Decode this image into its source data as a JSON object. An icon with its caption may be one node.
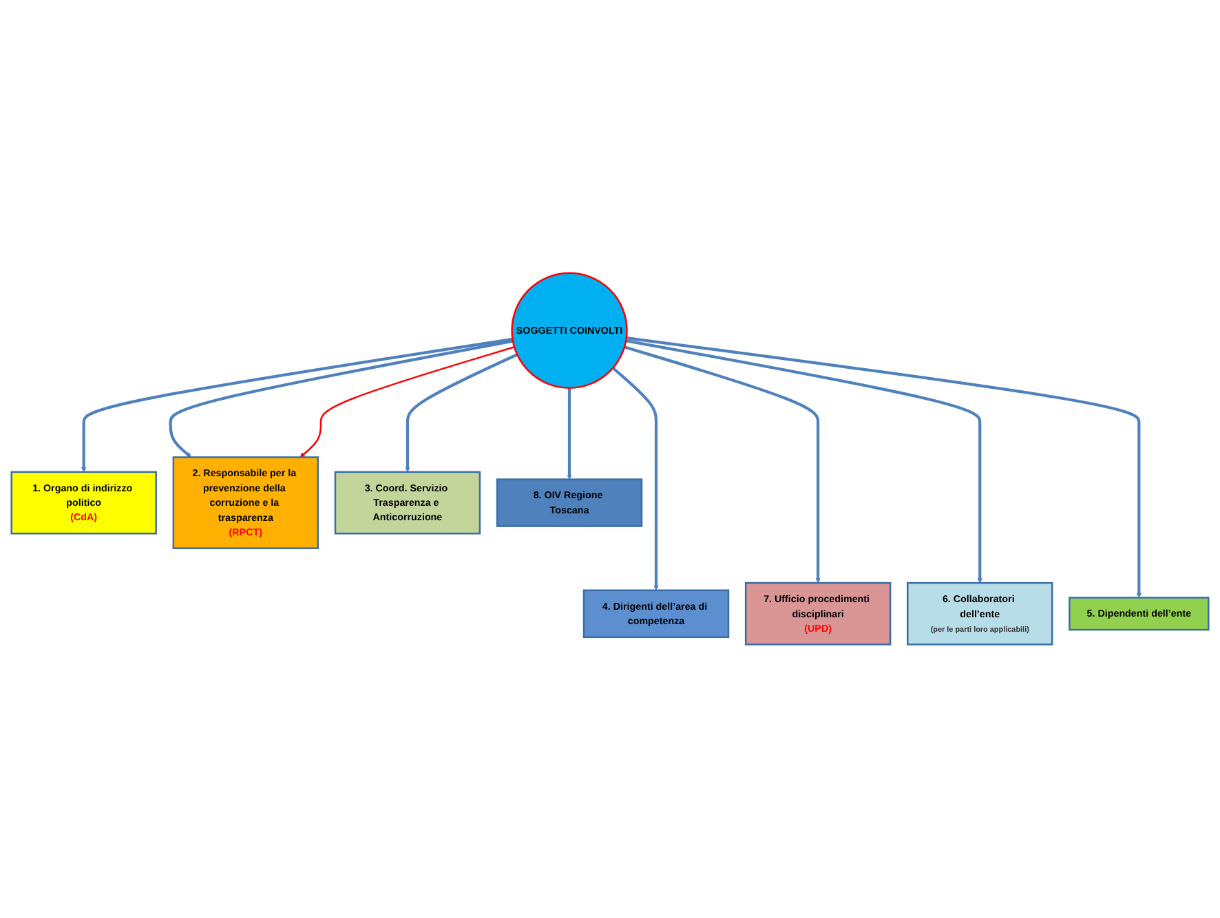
{
  "diagram": {
    "nodes": [
      {
        "text": [
          "1. Organo di indirizzo politico",
          "(CdA)"
        ]
      },
      {
        "text": [
          "2. Responsabile per la prevenzione della corruzione e la trasparenza",
          "(RPCT)"
        ]
      },
      {
        "text": [
          "3. Coord. Servizio Trasparenza e Anticorruzione"
        ]
      },
      {
        "text": [
          "8. OIV Regione Toscana"
        ]
      },
      {
        "text": [
          "SOGGETTI COINVOLTI"
        ]
      },
      {
        "text": [
          "4. Dirigenti dell’area di competenza"
        ]
      },
      {
        "text": [
          "7. Ufficio procedimenti disciplinari",
          "(UPD)"
        ]
      },
      {
        "text": [
          "6. Collaboratori dell’ente",
          "(per le parti loro applicabili)"
        ]
      },
      {
        "text": [
          "5. Dipendenti dell’ente"
        ]
      }
    ],
    "edges": [
      {
        "from": 4,
        "to": 0,
        "arrow": "to"
      },
      {
        "from": 4,
        "to": 1,
        "arrow": "to"
      },
      {
        "from": 4,
        "to": 2,
        "arrow": "to"
      },
      {
        "from": 4,
        "to": 3,
        "arrow": "to"
      },
      {
        "from": 4,
        "to": 5,
        "arrow": "to"
      },
      {
        "from": 4,
        "to": 6,
        "arrow": "to"
      },
      {
        "from": 4,
        "to": 7,
        "arrow": "to"
      },
      {
        "from": 4,
        "to": 8,
        "arrow": "to"
      },
      {
        "from": 4,
        "to": 1,
        "arrow": "to",
        "color": "#ff0000"
      }
    ]
  }
}
